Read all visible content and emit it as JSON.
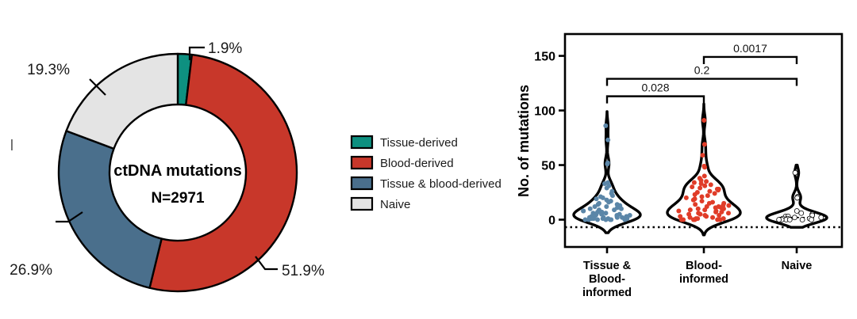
{
  "figure": {
    "panels": [
      "donut-chart",
      "violin-plot"
    ],
    "background": "#ffffff",
    "left_tick_mark": "|"
  },
  "donut": {
    "center_title": "ctDNA mutations",
    "center_subtitle": "N=2971",
    "labels": {
      "tissue": "1.9%",
      "blood": "51.9%",
      "both": "26.9%",
      "naive": "19.3%"
    },
    "legend": {
      "items": [
        {
          "label": "Tissue-derived",
          "color": "#0e9080"
        },
        {
          "label": "Blood-derived",
          "color": "#c8372a"
        },
        {
          "label": "Tissue & blood-derived",
          "color": "#4a6f8c"
        },
        {
          "label": "Naive",
          "color": "#e4e4e4"
        }
      ]
    }
  },
  "violin": {
    "y_axis_title": "No. of mutations",
    "y_ticks": [
      "0",
      "50",
      "100",
      "150"
    ],
    "categories": [
      "Tissue &\nBlood-\ninformed",
      "Blood-\ninformed",
      "Naive"
    ],
    "category_lines": [
      [
        "Tissue &",
        "Blood-",
        "informed"
      ],
      [
        "Blood-",
        "informed"
      ],
      [
        "Naive"
      ]
    ],
    "pvalues": {
      "tissueblood_vs_blood": "0.028",
      "tissueblood_vs_naive": "0.2",
      "blood_vs_naive": "0.0017"
    },
    "colors": {
      "group1_points": "#5b86a8",
      "group2_points": "#e03c28",
      "group3_points": "#ffffff",
      "outline": "#000000"
    }
  },
  "chart_data": [
    {
      "type": "pie",
      "variant": "donut",
      "title": "ctDNA mutations",
      "annotation": "N=2971",
      "total": 2971,
      "labels": [
        "Tissue-derived",
        "Blood-derived",
        "Tissue & blood-derived",
        "Naive"
      ],
      "values": [
        1.9,
        51.9,
        26.9,
        19.3
      ],
      "value_labels": [
        "1.9%",
        "51.9%",
        "26.9%",
        "19.3%"
      ],
      "colors": [
        "#0e9080",
        "#c8372a",
        "#4a6f8c",
        "#e4e4e4"
      ],
      "start_angle_deg": -90,
      "direction": "clockwise",
      "legend_position": "right",
      "grid": false
    },
    {
      "type": "violin",
      "title": "",
      "xlabel": "",
      "ylabel": "No. of mutations",
      "ylim": [
        -25,
        170
      ],
      "yticks": [
        0,
        50,
        100,
        150
      ],
      "grid": false,
      "legend_position": "none",
      "categories": [
        "Tissue & Blood-informed",
        "Blood-informed",
        "Naive"
      ],
      "series": [
        {
          "name": "Tissue & Blood-informed",
          "color": "#5b86a8",
          "kde_max_value": 99,
          "kde_min_value": -12,
          "median": 6,
          "points": [
            86,
            73,
            52,
            51,
            34,
            33,
            31,
            29,
            26,
            24,
            22,
            21,
            20,
            19,
            18,
            17,
            16,
            15,
            14,
            14,
            13,
            12,
            12,
            11,
            10,
            10,
            9,
            9,
            8,
            8,
            7,
            7,
            6,
            6,
            6,
            5,
            5,
            5,
            4,
            4,
            4,
            3,
            3,
            3,
            2,
            2,
            2,
            2,
            1,
            1,
            1,
            1,
            1,
            0,
            0,
            0,
            0,
            0,
            0,
            0
          ]
        },
        {
          "name": "Blood-informed",
          "color": "#e03c28",
          "kde_max_value": 106,
          "kde_min_value": -14,
          "median": 9,
          "points": [
            91,
            69,
            59,
            49,
            48,
            40,
            38,
            36,
            35,
            34,
            33,
            32,
            31,
            30,
            29,
            28,
            28,
            27,
            26,
            25,
            24,
            23,
            22,
            21,
            20,
            19,
            18,
            17,
            16,
            15,
            15,
            14,
            13,
            13,
            12,
            12,
            11,
            11,
            10,
            10,
            9,
            9,
            8,
            8,
            7,
            7,
            6,
            6,
            5,
            5,
            4,
            4,
            3,
            3,
            2,
            2,
            1,
            1,
            1,
            0,
            0,
            0,
            0,
            0,
            0
          ]
        },
        {
          "name": "Naive",
          "color": "#ffffff",
          "kde_max_value": 50,
          "kde_min_value": -7,
          "median": 2,
          "points": [
            43,
            21,
            20,
            8,
            6,
            5,
            4,
            3,
            3,
            2,
            2,
            1,
            1,
            1,
            0,
            0,
            0,
            0,
            0,
            0
          ]
        }
      ],
      "annotations": [
        {
          "text": "0.028",
          "from": "Tissue & Blood-informed",
          "to": "Blood-informed",
          "y": 113
        },
        {
          "text": "0.2",
          "from": "Tissue & Blood-informed",
          "to": "Naive",
          "y": 129
        },
        {
          "text": "0.0017",
          "from": "Blood-informed",
          "to": "Naive",
          "y": 149
        }
      ]
    }
  ]
}
